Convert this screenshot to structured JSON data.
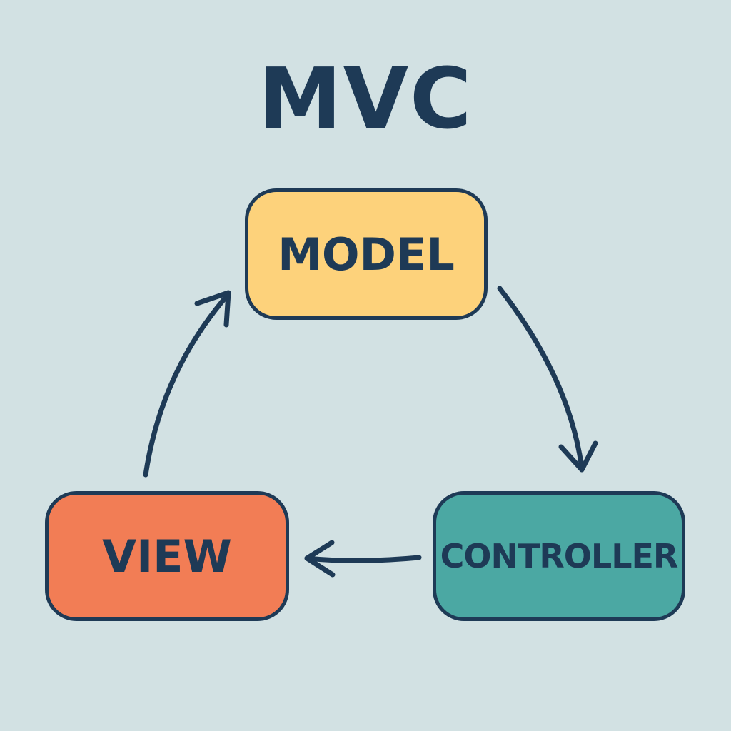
{
  "title": "MVC",
  "nodes": {
    "model": {
      "label": "MODEL"
    },
    "view": {
      "label": "VIEW"
    },
    "controller": {
      "label": "CONTROLLER"
    }
  },
  "edges": [
    {
      "from": "model",
      "to": "controller"
    },
    {
      "from": "controller",
      "to": "view"
    },
    {
      "from": "view",
      "to": "model"
    }
  ],
  "colors": {
    "background": "#d2e1e3",
    "ink": "#1e3a56",
    "model": "#fdd27b",
    "view": "#f27d55",
    "controller": "#4ba8a3"
  }
}
